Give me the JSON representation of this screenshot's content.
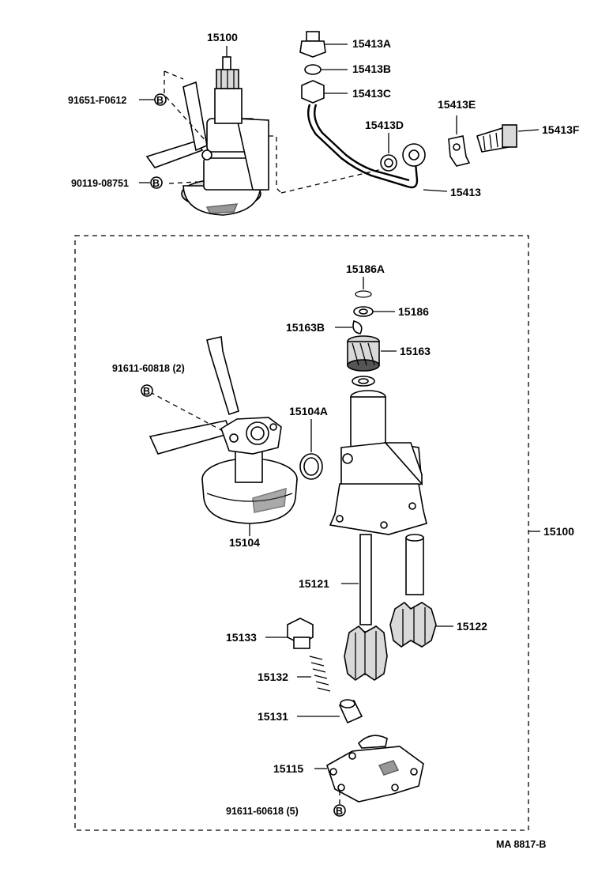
{
  "labels": {
    "pump_top": "15100",
    "bolt_top": "91651-F0612",
    "bolt_b_top": "90119-08751",
    "union_bolt": "15413A",
    "gasket_small": "15413B",
    "nut": "15413C",
    "washer": "15413D",
    "clip": "15413E",
    "fitting": "15413F",
    "oil_pipe": "15413",
    "snap_ring": "15186A",
    "washer_gear": "15186",
    "key": "15163B",
    "drive_gear": "15163",
    "bolt_strainer": "91611-60818 (2)",
    "o_ring": "15104A",
    "strainer": "15104",
    "pump_assy": "15100",
    "drive_shaft": "15121",
    "driven_rotor": "15122",
    "plug": "15133",
    "spring": "15132",
    "relief_valve": "15131",
    "cover": "15115",
    "bolt_cover": "91611-60618 (5)",
    "ref_code": "MA  8817-B"
  },
  "bolt_marker": "B"
}
